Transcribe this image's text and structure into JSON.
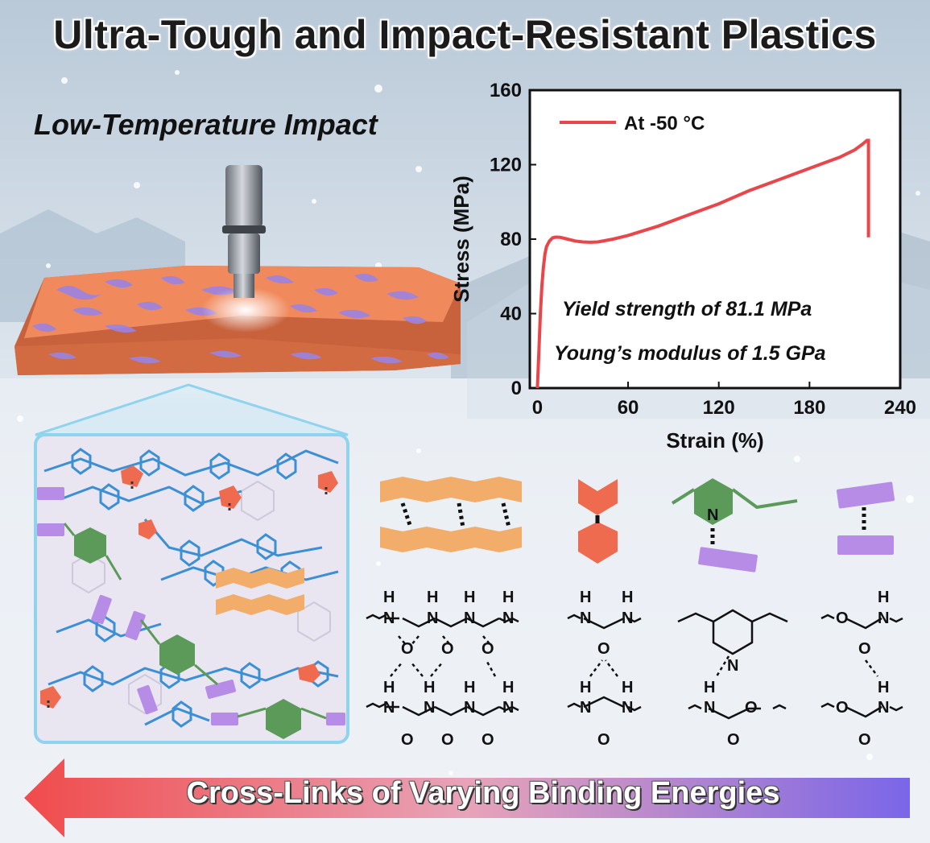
{
  "header": {
    "title": "Ultra-Tough and Impact-Resistant Plastics"
  },
  "impact": {
    "subtitle": "Low-Temperature Impact"
  },
  "chart_data": {
    "type": "line",
    "xlabel": "Strain (%)",
    "ylabel": "Stress (MPa)",
    "xlim": [
      -5,
      240
    ],
    "ylim": [
      0,
      160
    ],
    "xticks": [
      0,
      60,
      120,
      180,
      240
    ],
    "yticks": [
      0,
      40,
      80,
      120,
      160
    ],
    "legend_position": "top-left",
    "series": [
      {
        "name": "At -50 °C",
        "color": "#e8464a",
        "x": [
          0,
          1,
          2,
          3,
          4,
          5,
          6,
          8,
          10,
          12,
          15,
          20,
          25,
          30,
          35,
          40,
          50,
          60,
          80,
          100,
          120,
          140,
          160,
          180,
          200,
          210,
          215,
          218,
          219,
          219
        ],
        "y": [
          0,
          20,
          40,
          55,
          65,
          72,
          76,
          79,
          80.7,
          81.1,
          81,
          80,
          79,
          78.5,
          78.3,
          78.5,
          80,
          82,
          87,
          93,
          99,
          106,
          112,
          118,
          124,
          128,
          131,
          133,
          133,
          81
        ]
      }
    ],
    "annotations": [
      "Yield strength of 81.1 MPa",
      "Young’s modulus of 1.5 GPa"
    ]
  },
  "chem": {
    "n": "N",
    "nh": "H",
    "o": "O"
  },
  "footer": {
    "arrow_label": "Cross-Links of Varying Binding Energies"
  },
  "colors": {
    "orange_block": "#f2ad6a",
    "red_hex": "#ef6b4f",
    "green_ring": "#5c9a5a",
    "purple_block": "#b68ce6",
    "chain_blue": "#3b8fd4",
    "curve": "#e8464a"
  }
}
